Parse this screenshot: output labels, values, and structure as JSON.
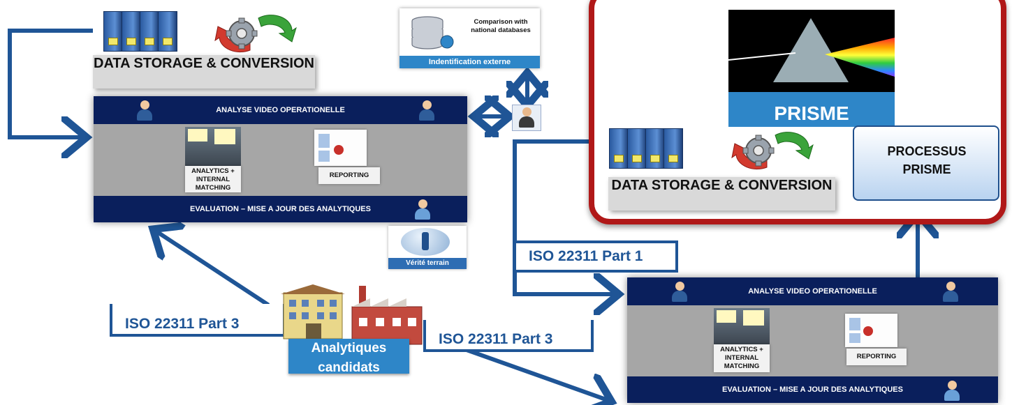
{
  "data_storage_left": {
    "label": "DATA STORAGE & CONVERSION"
  },
  "data_storage_right": {
    "label": "DATA STORAGE & CONVERSION"
  },
  "external": {
    "title": "Comparison with national databases",
    "label": "Indentification externe"
  },
  "panel_left": {
    "top": "ANALYSE VIDEO OPERATIONELLE",
    "analytics": "ANALYTICS + INTERNAL MATCHING",
    "reporting": "REPORTING",
    "bottom": "EVALUATION – MISE A JOUR DES ANALYTIQUES"
  },
  "panel_right": {
    "top": "ANALYSE VIDEO OPERATIONELLE",
    "analytics": "ANALYTICS + INTERNAL MATCHING",
    "reporting": "REPORTING",
    "bottom": "EVALUATION – MISE A JOUR DES ANALYTIQUES"
  },
  "verite": {
    "label": "Vérité terrain"
  },
  "prisme": {
    "title": "PRISME",
    "scroll": "PROCESSUS PRISME"
  },
  "iso": {
    "part1": "ISO 22311 Part 1",
    "part3_left": "ISO 22311 Part 3",
    "part3_right": "ISO 22311 Part 3"
  },
  "candidats": {
    "label": "Analytiques candidats"
  },
  "colors": {
    "arrow": "#1f5596",
    "navy": "#0a1f5c",
    "prisme_border": "#b01818",
    "prisme_blue": "#2e86c8"
  },
  "icons": [
    "binders-icon",
    "gear-cycle-icon",
    "database-icon",
    "user-icon",
    "info-icon",
    "prism-icon",
    "scroll-icon",
    "building-icon",
    "factory-icon"
  ]
}
